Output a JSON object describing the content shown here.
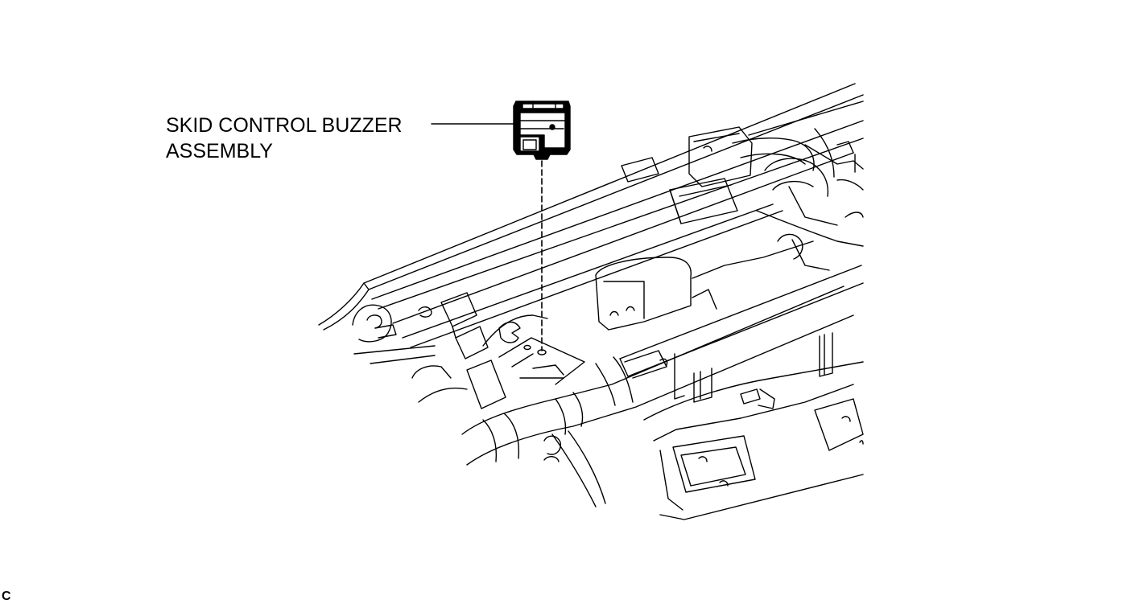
{
  "callout": {
    "line1": "SKID CONTROL BUZZER",
    "line2": "ASSEMBLY"
  },
  "figure_code": "C"
}
